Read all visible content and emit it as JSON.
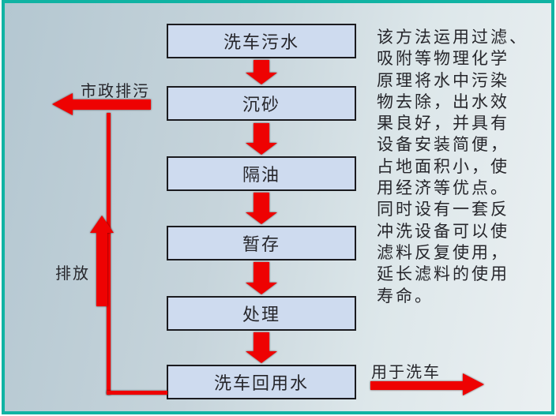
{
  "flowchart": {
    "boxes": [
      {
        "label": "洗车污水"
      },
      {
        "label": "沉砂"
      },
      {
        "label": "隔油"
      },
      {
        "label": "暂存"
      },
      {
        "label": "处理"
      },
      {
        "label": "洗车回用水"
      }
    ],
    "municipal_label": "市政排污",
    "discharge_label": "排放",
    "output_label": "用于洗车"
  },
  "description": {
    "text": "该方法运用过滤、\n吸附等物理化学\n原理将水中污染\n物去除，出水效\n果良好，并具有\n设备安装简便，\n占地面积小，使\n用经济等优点。\n同时设有一套反\n冲洗设备可以使\n滤料反复使用，\n延长滤料的使用\n寿命。"
  },
  "colors": {
    "border_teal": "#10b3a3",
    "arrow_red": "#ee0202",
    "box_fill": "#cedbef",
    "box_border": "#1b1b1f",
    "text_color": "#26262b",
    "bg_start": "#b4c7d1",
    "bg_mid": "#dde7ea",
    "bg_end": "#ebf0f2"
  }
}
